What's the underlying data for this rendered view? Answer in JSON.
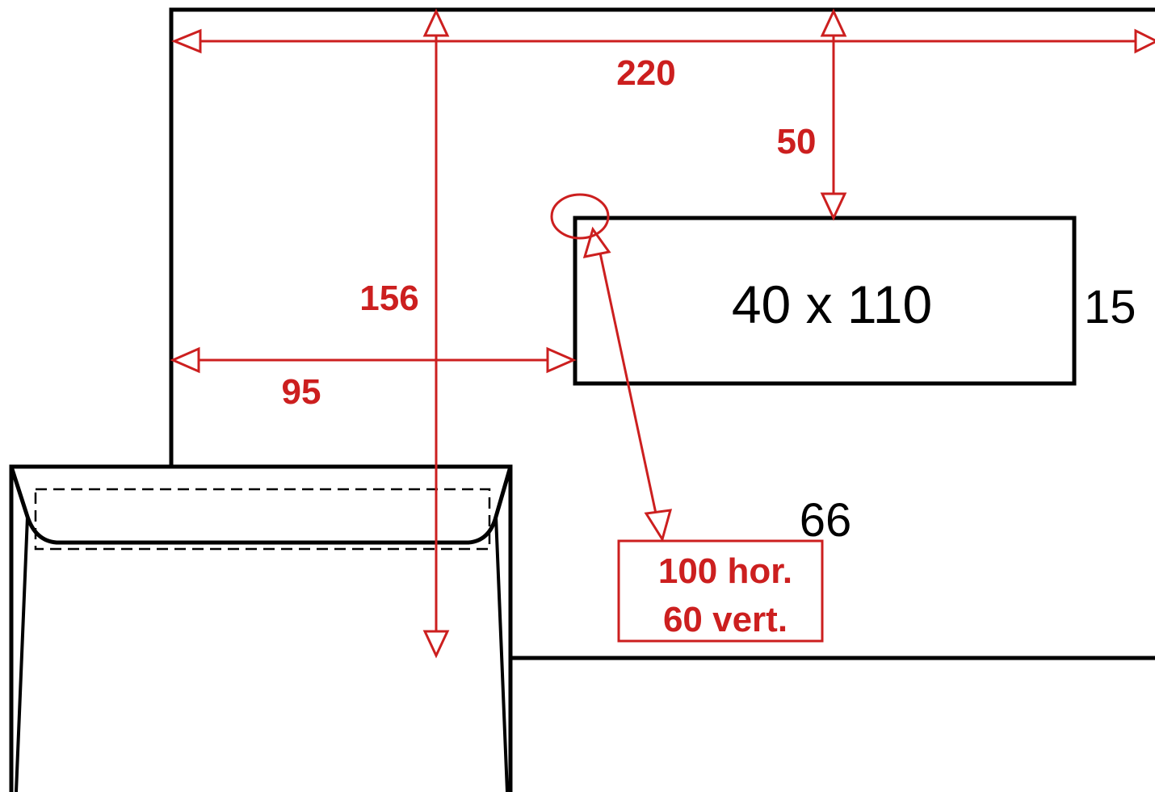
{
  "colors": {
    "dimension": "#cc1f1f",
    "outline": "#000000",
    "background": "#ffffff"
  },
  "labels": {
    "width": "220",
    "height": "156",
    "left_offset": "95",
    "top_offset": "50",
    "window_size": "40 x 110",
    "window_right_offset": "15",
    "window_bottom_offset": "66",
    "tolerance_line1": "100 hor.",
    "tolerance_line2": "60 vert."
  }
}
